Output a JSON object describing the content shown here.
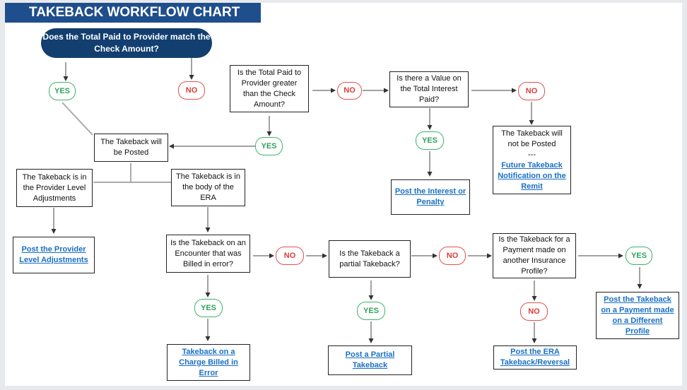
{
  "title": "TAKEBACK WORKFLOW CHART",
  "colors": {
    "title_bg": "#1f4e8c",
    "start_bg": "#123f70",
    "yes": "#2ea35a",
    "no": "#dc3c39",
    "link": "#1a6fc4"
  },
  "nodes": {
    "start_question": "Does the Total Paid to Provider match the Check Amount?",
    "greater_question": "Is the Total Paid to Provider greater than the Check Amount?",
    "interest_question": "Is there a Value on the Total Interest Paid?",
    "will_be_posted": "The Takeback will be Posted",
    "not_posted": "The Takeback will not be Posted",
    "not_posted_separator": "---",
    "future_notification": "Future Takeback Notification on the Remit",
    "post_interest": "Post the Interest or Penalty",
    "provider_level": "The Takeback is in the Provider Level Adjustments",
    "body_of_era": "The Takeback is in the body of the ERA",
    "post_provider_level": "Post the Provider Level Adjustments",
    "billed_error_question": "Is the Takeback on an Encounter that was Billed in error?",
    "partial_question": "Is the Takeback a partial Takeback?",
    "other_profile_question": "Is the Takeback for a Payment made on another Insurance Profile?",
    "charge_billed_error": "Takeback on a Charge Billed in Error",
    "post_partial": "Post a Partial Takeback",
    "post_era_reversal": "Post the ERA Takeback/Reversal",
    "post_different_profile": "Post the Takeback on a Payment made on a Different Profile"
  },
  "labels": {
    "yes": "YES",
    "no": "NO"
  }
}
